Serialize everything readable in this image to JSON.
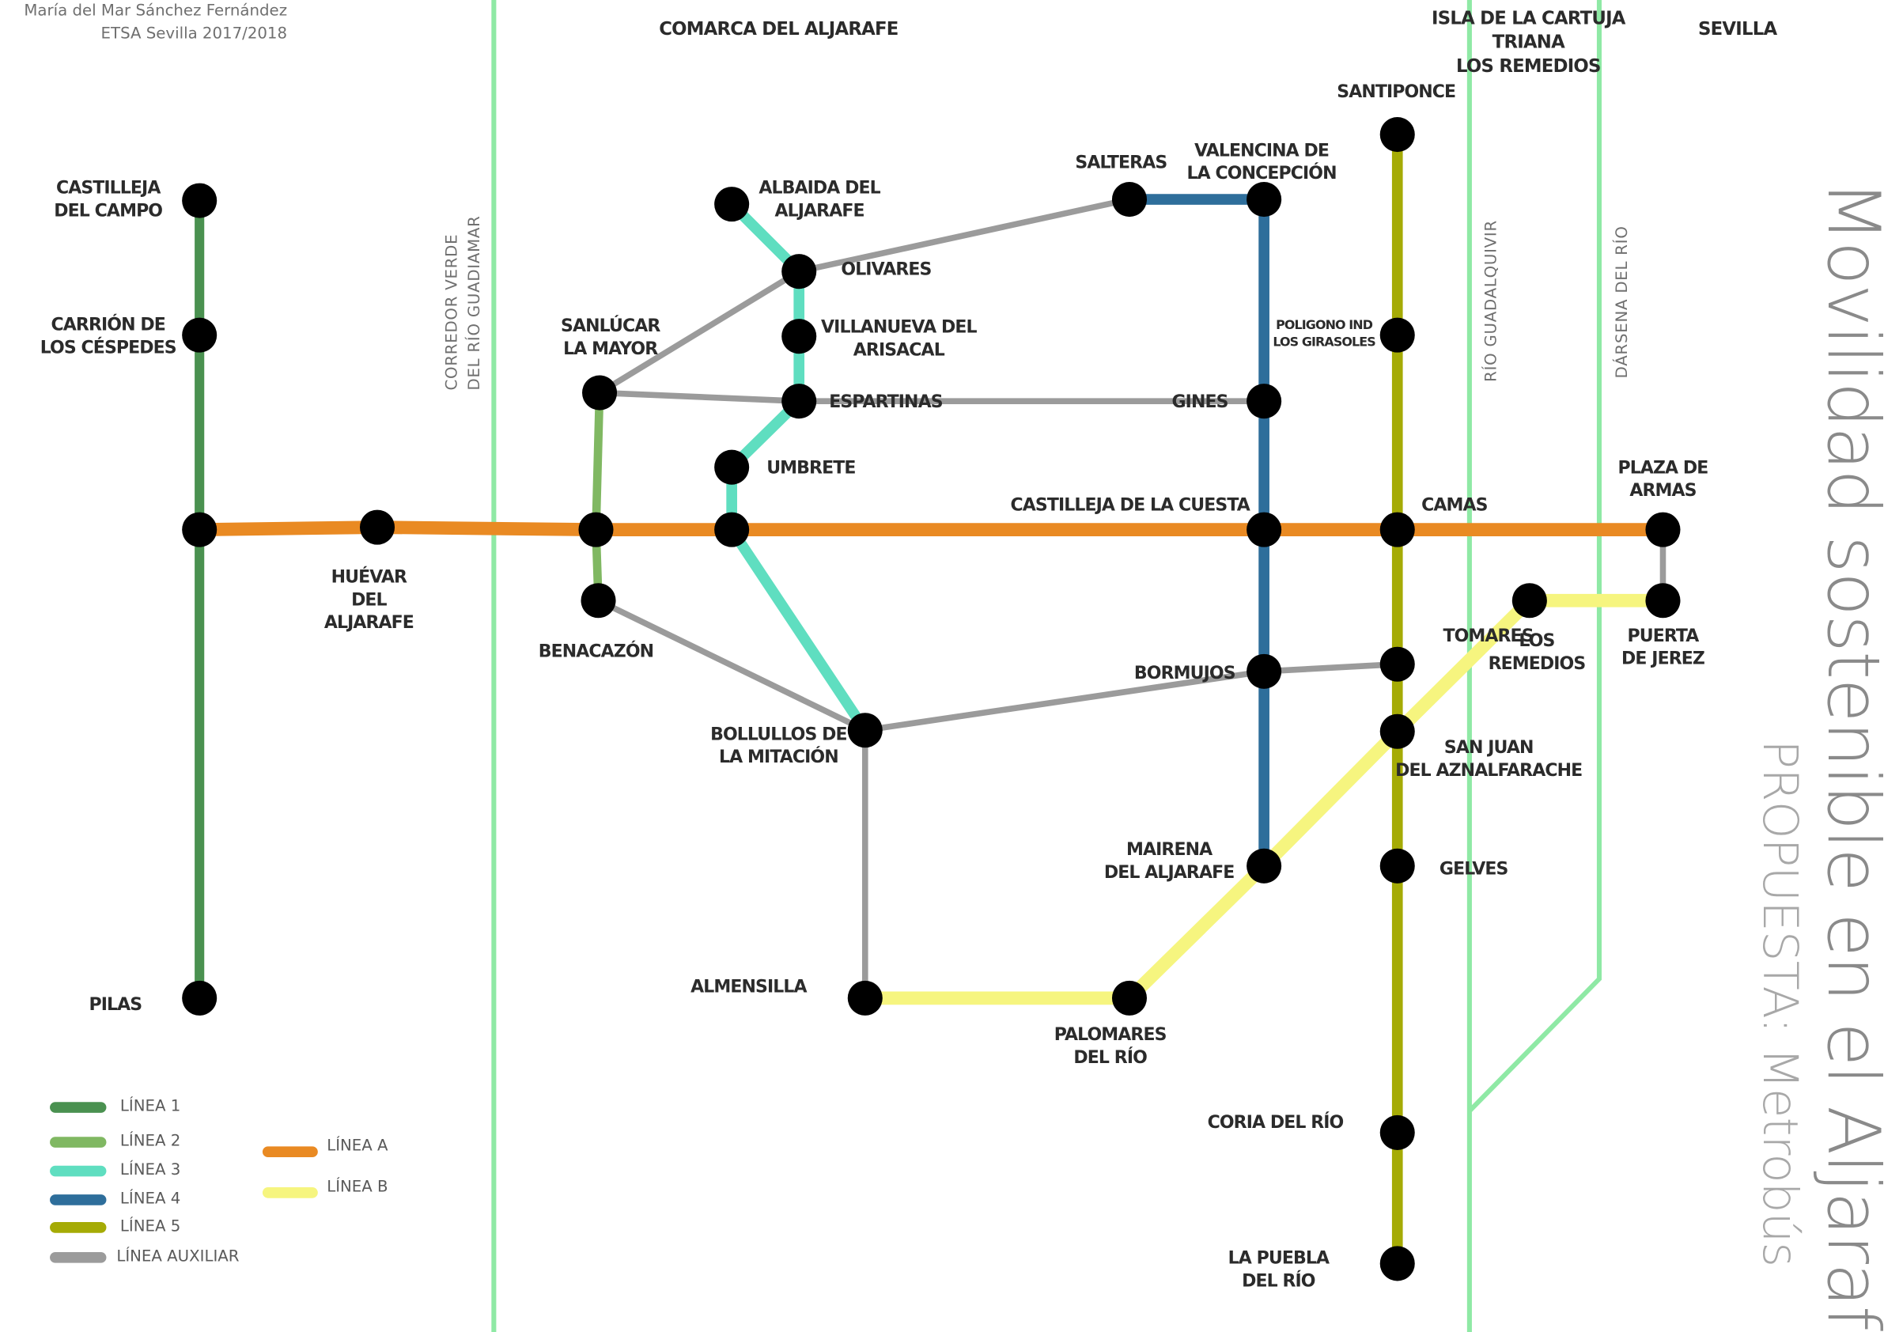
{
  "author": {
    "name": "María del Mar Sánchez Fernández",
    "school": "ETSA Sevilla 2017/2018"
  },
  "title": {
    "main": "Movilidad sostenible en el Aljarafe",
    "sub": "PROPUESTA: Metrobús"
  },
  "regions": [
    {
      "id": "aljarafe",
      "lines": [
        "COMARCA DEL ALJARAFE"
      ]
    },
    {
      "id": "cartuja",
      "lines": [
        "ISLA DE LA CARTUJA",
        "TRIANA",
        "LOS REMEDIOS"
      ]
    },
    {
      "id": "sevilla",
      "lines": [
        "SEVILLA"
      ]
    }
  ],
  "rivers": [
    {
      "id": "guadiamar",
      "lines": [
        "CORREDOR VERDE",
        "DEL RÍO GUADIAMAR"
      ]
    },
    {
      "id": "guadalquivir",
      "lines": [
        "RÍO GUADALQUIVIR"
      ]
    },
    {
      "id": "darsena",
      "lines": [
        "DÁRSENA DEL RÍO"
      ]
    }
  ],
  "colors": {
    "linea1": "#4a9150",
    "linea2": "#80b862",
    "linea3": "#5fdec0",
    "linea4": "#2e6e9b",
    "linea5": "#a5ab05",
    "lineaA": "#e98a23",
    "lineaB": "#f6f57f",
    "auxiliar": "#9b9b9b",
    "river": "#8fe9a5",
    "station": "#000000"
  },
  "stations": {
    "castilleja_campo": {
      "lines": [
        "CASTILLEJA",
        "DEL CAMPO"
      ]
    },
    "carrion": {
      "lines": [
        "CARRIÓN DE",
        "LOS CÉSPEDES"
      ]
    },
    "pilas": {
      "lines": [
        "PILAS"
      ]
    },
    "j_l1_a": {
      "lines": []
    },
    "huevar": {
      "lines": [
        "HUÉVAR",
        "DEL",
        "ALJARAFE"
      ]
    },
    "sanlucar": {
      "lines": [
        "SANLÚCAR",
        "LA MAYOR"
      ]
    },
    "j_l2_a": {
      "lines": []
    },
    "benacazon": {
      "lines": [
        "BENACAZÓN"
      ]
    },
    "albaida": {
      "lines": [
        "ALBAIDA DEL",
        "ALJARAFE"
      ]
    },
    "olivares": {
      "lines": [
        "OLIVARES"
      ]
    },
    "villanueva": {
      "lines": [
        "VILLANUEVA DEL",
        "ARISACAL"
      ]
    },
    "espartinas": {
      "lines": [
        "ESPARTINAS"
      ]
    },
    "umbrete": {
      "lines": [
        "UMBRETE"
      ]
    },
    "j_l3_a": {
      "lines": []
    },
    "bollullos": {
      "lines": [
        "BOLLULLOS DE",
        "LA MITACIÓN"
      ]
    },
    "almensilla": {
      "lines": [
        "ALMENSILLA"
      ]
    },
    "palomares": {
      "lines": [
        "PALOMARES",
        "DEL RÍO"
      ]
    },
    "salteras": {
      "lines": [
        "SALTERAS"
      ]
    },
    "valencina": {
      "lines": [
        "VALENCINA DE",
        "LA CONCEPCIÓN"
      ]
    },
    "gines": {
      "lines": [
        "GINES"
      ]
    },
    "castilleja_cuesta": {
      "lines": [
        "CASTILLEJA DE LA CUESTA"
      ]
    },
    "bormujos": {
      "lines": [
        "BORMUJOS"
      ]
    },
    "mairena": {
      "lines": [
        "MAIRENA",
        "DEL ALJARAFE"
      ]
    },
    "santiponce": {
      "lines": [
        "SANTIPONCE"
      ]
    },
    "poligono": {
      "lines": [
        "POLIGONO IND",
        "LOS GIRASOLES"
      ]
    },
    "camas": {
      "lines": [
        "CAMAS"
      ]
    },
    "tomares": {
      "lines": [
        "TOMARES"
      ]
    },
    "san_juan": {
      "lines": [
        "SAN JUAN",
        "DEL AZNALFARACHE"
      ]
    },
    "gelves": {
      "lines": [
        "GELVES"
      ]
    },
    "coria": {
      "lines": [
        "CORIA DEL RÍO"
      ]
    },
    "la_puebla": {
      "lines": [
        "LA PUEBLA",
        "DEL RÍO"
      ]
    },
    "los_remedios": {
      "lines": [
        "LOS",
        "REMEDIOS"
      ]
    },
    "plaza_armas": {
      "lines": [
        "PLAZA DE",
        "ARMAS"
      ]
    },
    "puerta_jerez": {
      "lines": [
        "PUERTA",
        "DE JEREZ"
      ]
    }
  },
  "routes": [
    {
      "id": "linea1",
      "name": "LÍNEA 1",
      "color_key": "linea1",
      "stops": [
        "castilleja_campo",
        "carrion",
        "j_l1_a",
        "pilas"
      ]
    },
    {
      "id": "linea2",
      "name": "LÍNEA 2",
      "color_key": "linea2",
      "stops": [
        "sanlucar",
        "j_l2_a",
        "benacazon"
      ]
    },
    {
      "id": "linea3",
      "name": "LÍNEA 3",
      "color_key": "linea3",
      "stops": [
        "albaida",
        "olivares",
        "villanueva",
        "espartinas",
        "umbrete",
        "j_l3_a",
        "bollullos"
      ]
    },
    {
      "id": "linea4",
      "name": "LÍNEA 4",
      "color_key": "linea4",
      "stops": [
        "salteras",
        "valencina",
        "gines",
        "castilleja_cuesta",
        "bormujos",
        "mairena"
      ]
    },
    {
      "id": "linea5",
      "name": "LÍNEA 5",
      "color_key": "linea5",
      "stops": [
        "santiponce",
        "poligono",
        "camas",
        "tomares",
        "san_juan",
        "gelves",
        "coria",
        "la_puebla"
      ]
    },
    {
      "id": "lineaA",
      "name": "LÍNEA A",
      "color_key": "lineaA",
      "stops": [
        "j_l1_a",
        "huevar",
        "j_l2_a",
        "j_l3_a",
        "castilleja_cuesta",
        "camas",
        "plaza_armas"
      ]
    },
    {
      "id": "lineaB",
      "name": "LÍNEA B",
      "color_key": "lineaB",
      "stops": [
        "almensilla",
        "palomares",
        "mairena",
        "san_juan",
        "los_remedios",
        "puerta_jerez"
      ]
    },
    {
      "id": "aux1",
      "name": "LÍNEA AUXILIAR",
      "color_key": "auxiliar",
      "stops": [
        "sanlucar",
        "olivares",
        "salteras"
      ]
    },
    {
      "id": "aux2",
      "name": "LÍNEA AUXILIAR",
      "color_key": "auxiliar",
      "stops": [
        "sanlucar",
        "espartinas",
        "gines"
      ]
    },
    {
      "id": "aux3",
      "name": "LÍNEA AUXILIAR",
      "color_key": "auxiliar",
      "stops": [
        "benacazon",
        "bollullos",
        "bormujos",
        "tomares"
      ]
    },
    {
      "id": "aux4",
      "name": "LÍNEA AUXILIAR",
      "color_key": "auxiliar",
      "stops": [
        "bollullos",
        "almensilla"
      ]
    },
    {
      "id": "aux5",
      "name": "LÍNEA AUXILIAR",
      "color_key": "auxiliar",
      "stops": [
        "plaza_armas",
        "puerta_jerez"
      ]
    }
  ],
  "legend": {
    "left": [
      {
        "label": "LÍNEA 1",
        "color_key": "linea1"
      },
      {
        "label": "LÍNEA 2",
        "color_key": "linea2"
      },
      {
        "label": "LÍNEA 3",
        "color_key": "linea3"
      },
      {
        "label": "LÍNEA 4",
        "color_key": "linea4"
      },
      {
        "label": "LÍNEA 5",
        "color_key": "linea5"
      },
      {
        "label": "LÍNEA AUXILIAR",
        "color_key": "auxiliar"
      }
    ],
    "right": [
      {
        "label": "LÍNEA A",
        "color_key": "lineaA"
      },
      {
        "label": "LÍNEA B",
        "color_key": "lineaB"
      }
    ]
  }
}
